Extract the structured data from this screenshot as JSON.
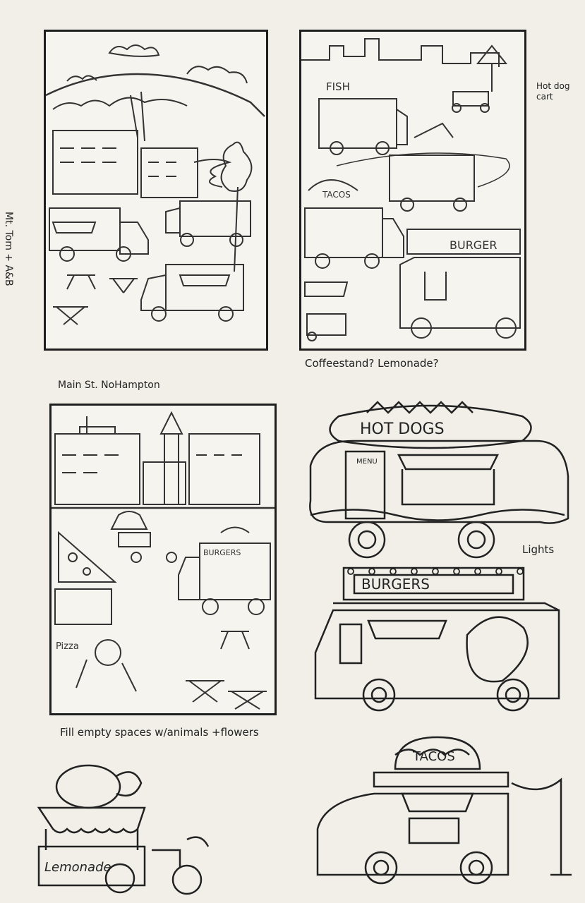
{
  "colors": {
    "paper": "#f1efe8",
    "pencil": "#2b2b2b"
  },
  "annotations": {
    "mt_tom": "Mt. Tom + A&B",
    "hot_dog_cart": "Hot dog cart",
    "coffee_stand": "Coffeestand? Lemonade?",
    "main_st": "Main St. NoHampton",
    "lights": "Lights",
    "fill_spaces": "Fill empty spaces w/animals +flowers"
  },
  "signs": {
    "fish": "FISH",
    "tacos_small": "TACOS",
    "burger": "BURGER",
    "burgers_small": "BURGERS",
    "pizza": "Pizza",
    "hot_dogs": "HOT DOGS",
    "menu": "MENU",
    "burgers_big": "BURGERS",
    "tacos_big": "TACOS",
    "lemonade": "Lemonade"
  }
}
